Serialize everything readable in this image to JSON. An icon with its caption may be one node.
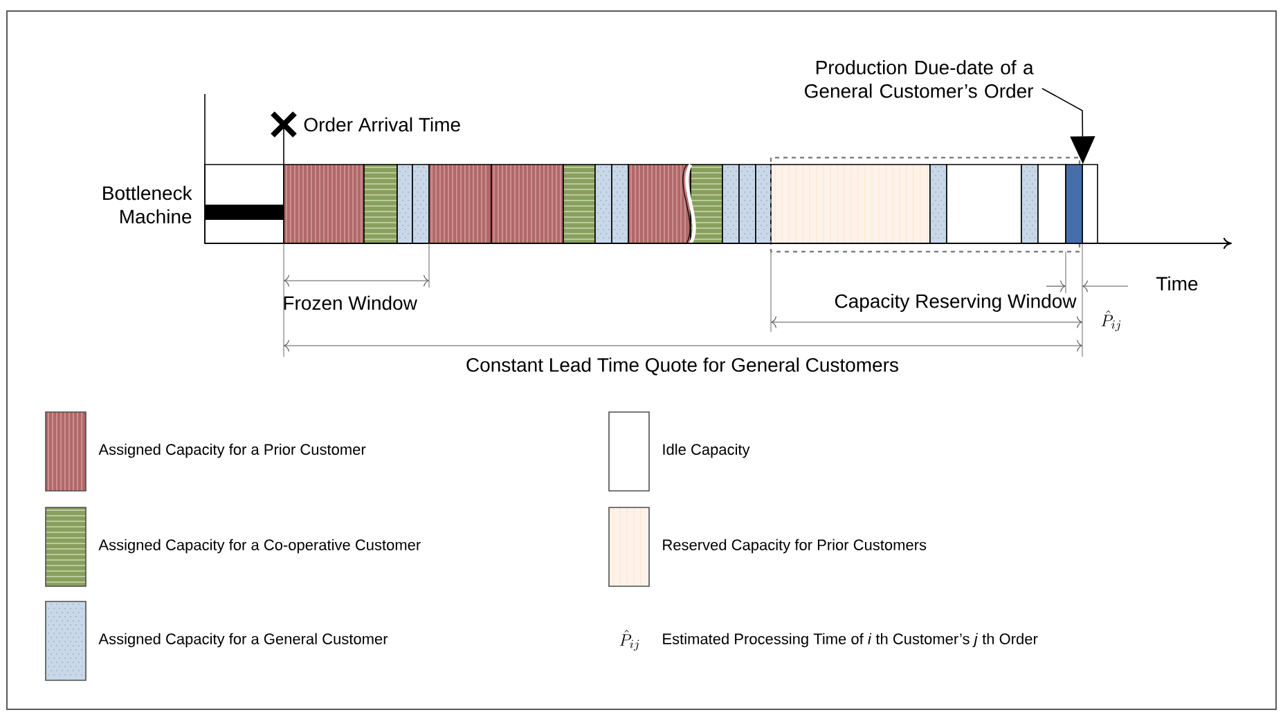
{
  "diagram": {
    "nodes": [
      {
        "text": [
          "Production Due-date of a General Customer’s Order"
        ]
      },
      {
        "text": [],
        "shape": "bar"
      }
    ],
    "edges": [
      {
        "from": 0,
        "to": 1,
        "arrow": "to"
      }
    ],
    "labels": [
      "Bottleneck Machine",
      "Order Arrival Time",
      "Time",
      "Frozen Window",
      "Capacity Reserving Window",
      "\\hat{P}_{ij}",
      "Constant Lead Time Quote for General Customers",
      "\\hat{P}_{ij}"
    ],
    "legend": [
      {
        "text": "Assigned Capacity for a Prior Customer",
        "color": "#b06868"
      },
      {
        "text": "Assigned Capacity for a Co-operative Customer",
        "color": "#8c9e5e"
      },
      {
        "text": "Assigned Capacity for a General Customer",
        "color": "#c8d8ea"
      },
      {
        "text": "Idle Capacity"
      },
      {
        "text": "Reserved Capacity for Prior Customers",
        "color": "#fdf3ea"
      },
      {
        "text": "Estimated Processing Time of *i* th Customer’s *j* th Order"
      }
    ]
  }
}
